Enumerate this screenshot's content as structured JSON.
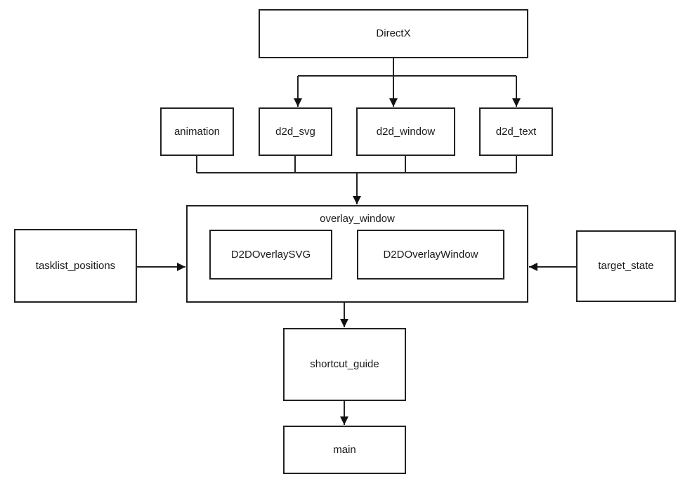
{
  "diagram": {
    "title": "module dependency diagram",
    "colors": {
      "background": "#ffffff",
      "node_fill": "#ffffff",
      "stroke": "#222222",
      "text": "#1a1a1a"
    },
    "nodes": {
      "directx": {
        "label": "DirectX"
      },
      "animation": {
        "label": "animation"
      },
      "d2d_svg": {
        "label": "d2d_svg"
      },
      "d2d_window": {
        "label": "d2d_window"
      },
      "d2d_text": {
        "label": "d2d_text"
      },
      "overlay_window": {
        "label": "overlay_window"
      },
      "d2d_overlay_svg": {
        "label": "D2DOverlaySVG"
      },
      "d2d_overlay_window": {
        "label": "D2DOverlayWindow"
      },
      "tasklist_positions": {
        "label": "tasklist_positions"
      },
      "target_state": {
        "label": "target_state"
      },
      "shortcut_guide": {
        "label": "shortcut_guide"
      },
      "main": {
        "label": "main"
      }
    },
    "edges": [
      {
        "from": "DirectX",
        "to": "d2d_svg"
      },
      {
        "from": "DirectX",
        "to": "d2d_window"
      },
      {
        "from": "DirectX",
        "to": "d2d_text"
      },
      {
        "from": "animation",
        "to": "overlay_window"
      },
      {
        "from": "d2d_svg",
        "to": "overlay_window"
      },
      {
        "from": "d2d_window",
        "to": "overlay_window"
      },
      {
        "from": "d2d_text",
        "to": "overlay_window"
      },
      {
        "from": "tasklist_positions",
        "to": "overlay_window"
      },
      {
        "from": "target_state",
        "to": "overlay_window"
      },
      {
        "from": "overlay_window",
        "to": "shortcut_guide"
      },
      {
        "from": "shortcut_guide",
        "to": "main"
      }
    ]
  }
}
